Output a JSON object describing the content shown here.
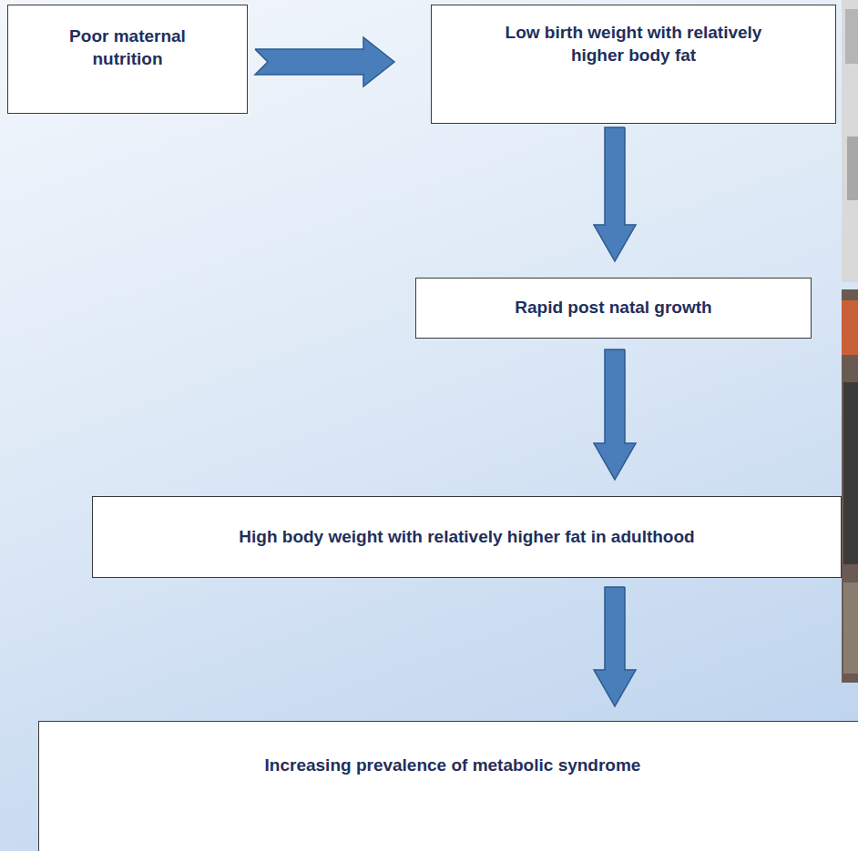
{
  "diagram": {
    "nodes": [
      {
        "text": [
          "Poor maternal nutrition"
        ]
      },
      {
        "text": [
          "Low birth weight with relatively higher body fat"
        ]
      },
      {
        "text": [
          "Rapid post natal growth"
        ]
      },
      {
        "text": [
          "High body weight with relatively higher fat in adulthood"
        ]
      },
      {
        "text": [
          "Increasing prevalence of metabolic syndrome"
        ]
      }
    ],
    "edges": [
      {
        "from": 0,
        "to": 1,
        "arrow": "to"
      },
      {
        "from": 1,
        "to": 2,
        "arrow": "to"
      },
      {
        "from": 2,
        "to": 3,
        "arrow": "to"
      },
      {
        "from": 3,
        "to": 4,
        "arrow": "to"
      }
    ]
  }
}
